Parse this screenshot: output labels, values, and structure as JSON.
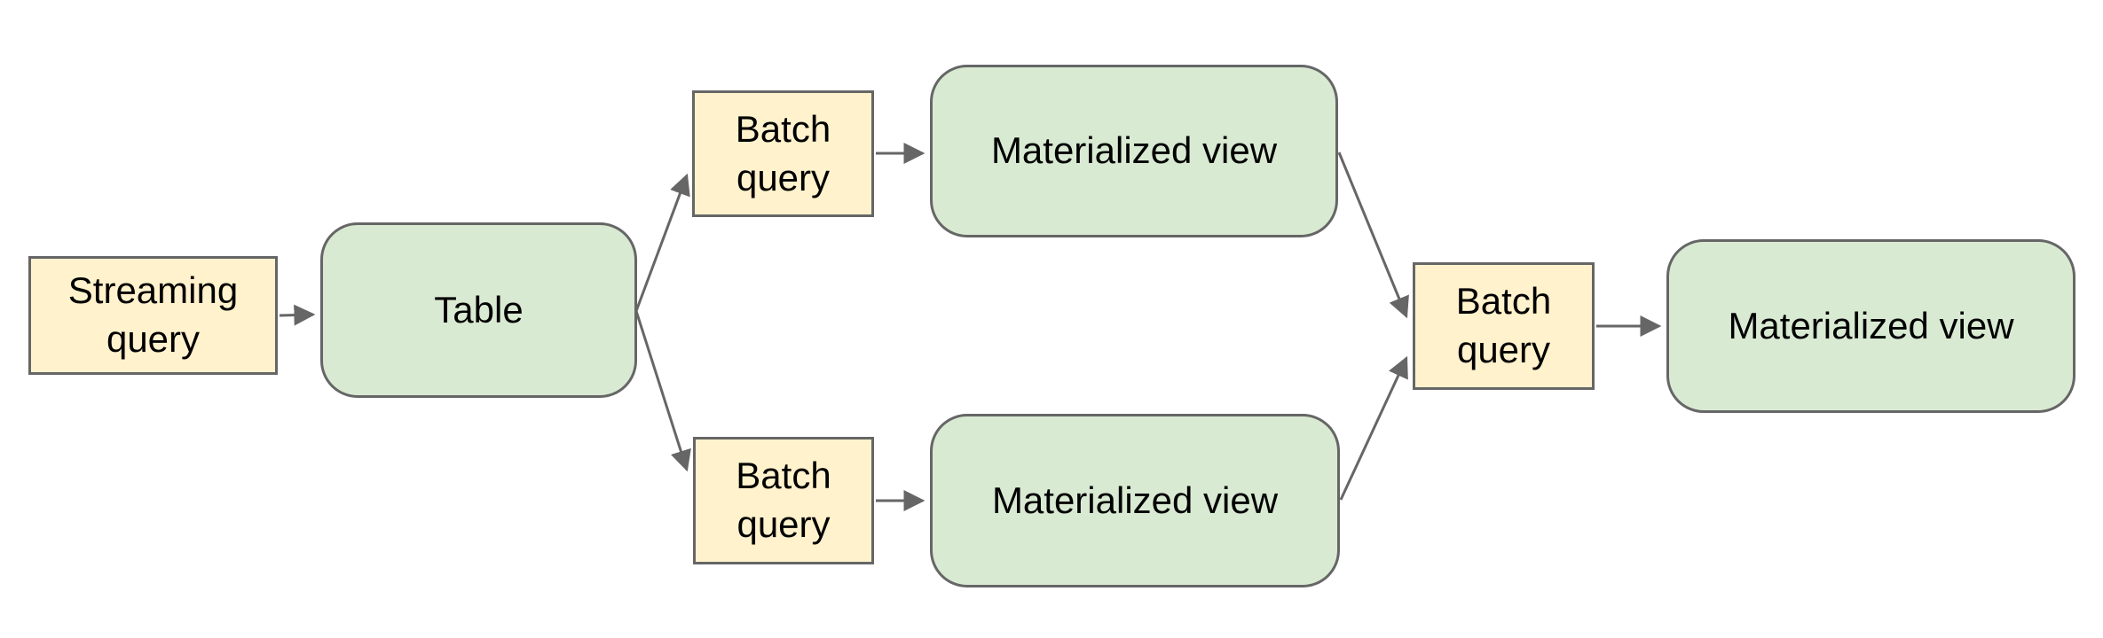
{
  "diagram": {
    "background": "#ffffff",
    "colors": {
      "query_fill": "#fff2cc",
      "view_fill": "#d9ead3",
      "border": "#666666",
      "arrow": "#666666",
      "text": "#000000"
    },
    "nodes": [
      {
        "id": "streaming-query",
        "label": "Streaming query",
        "shape": "rectangle"
      },
      {
        "id": "table",
        "label": "Table",
        "shape": "rounded"
      },
      {
        "id": "batch-query-top",
        "label": "Batch query",
        "shape": "rectangle"
      },
      {
        "id": "materialized-view-top",
        "label": "Materialized view",
        "shape": "rounded"
      },
      {
        "id": "batch-query-bottom",
        "label": "Batch query",
        "shape": "rectangle"
      },
      {
        "id": "materialized-view-bottom",
        "label": "Materialized view",
        "shape": "rounded"
      },
      {
        "id": "batch-query-right",
        "label": "Batch query",
        "shape": "rectangle"
      },
      {
        "id": "materialized-view-right",
        "label": "Materialized view",
        "shape": "rounded"
      }
    ],
    "edges": [
      {
        "from": "streaming-query",
        "to": "table"
      },
      {
        "from": "table",
        "to": "batch-query-top"
      },
      {
        "from": "table",
        "to": "batch-query-bottom"
      },
      {
        "from": "batch-query-top",
        "to": "materialized-view-top"
      },
      {
        "from": "batch-query-bottom",
        "to": "materialized-view-bottom"
      },
      {
        "from": "materialized-view-top",
        "to": "batch-query-right"
      },
      {
        "from": "materialized-view-bottom",
        "to": "batch-query-right"
      },
      {
        "from": "batch-query-right",
        "to": "materialized-view-right"
      }
    ]
  }
}
